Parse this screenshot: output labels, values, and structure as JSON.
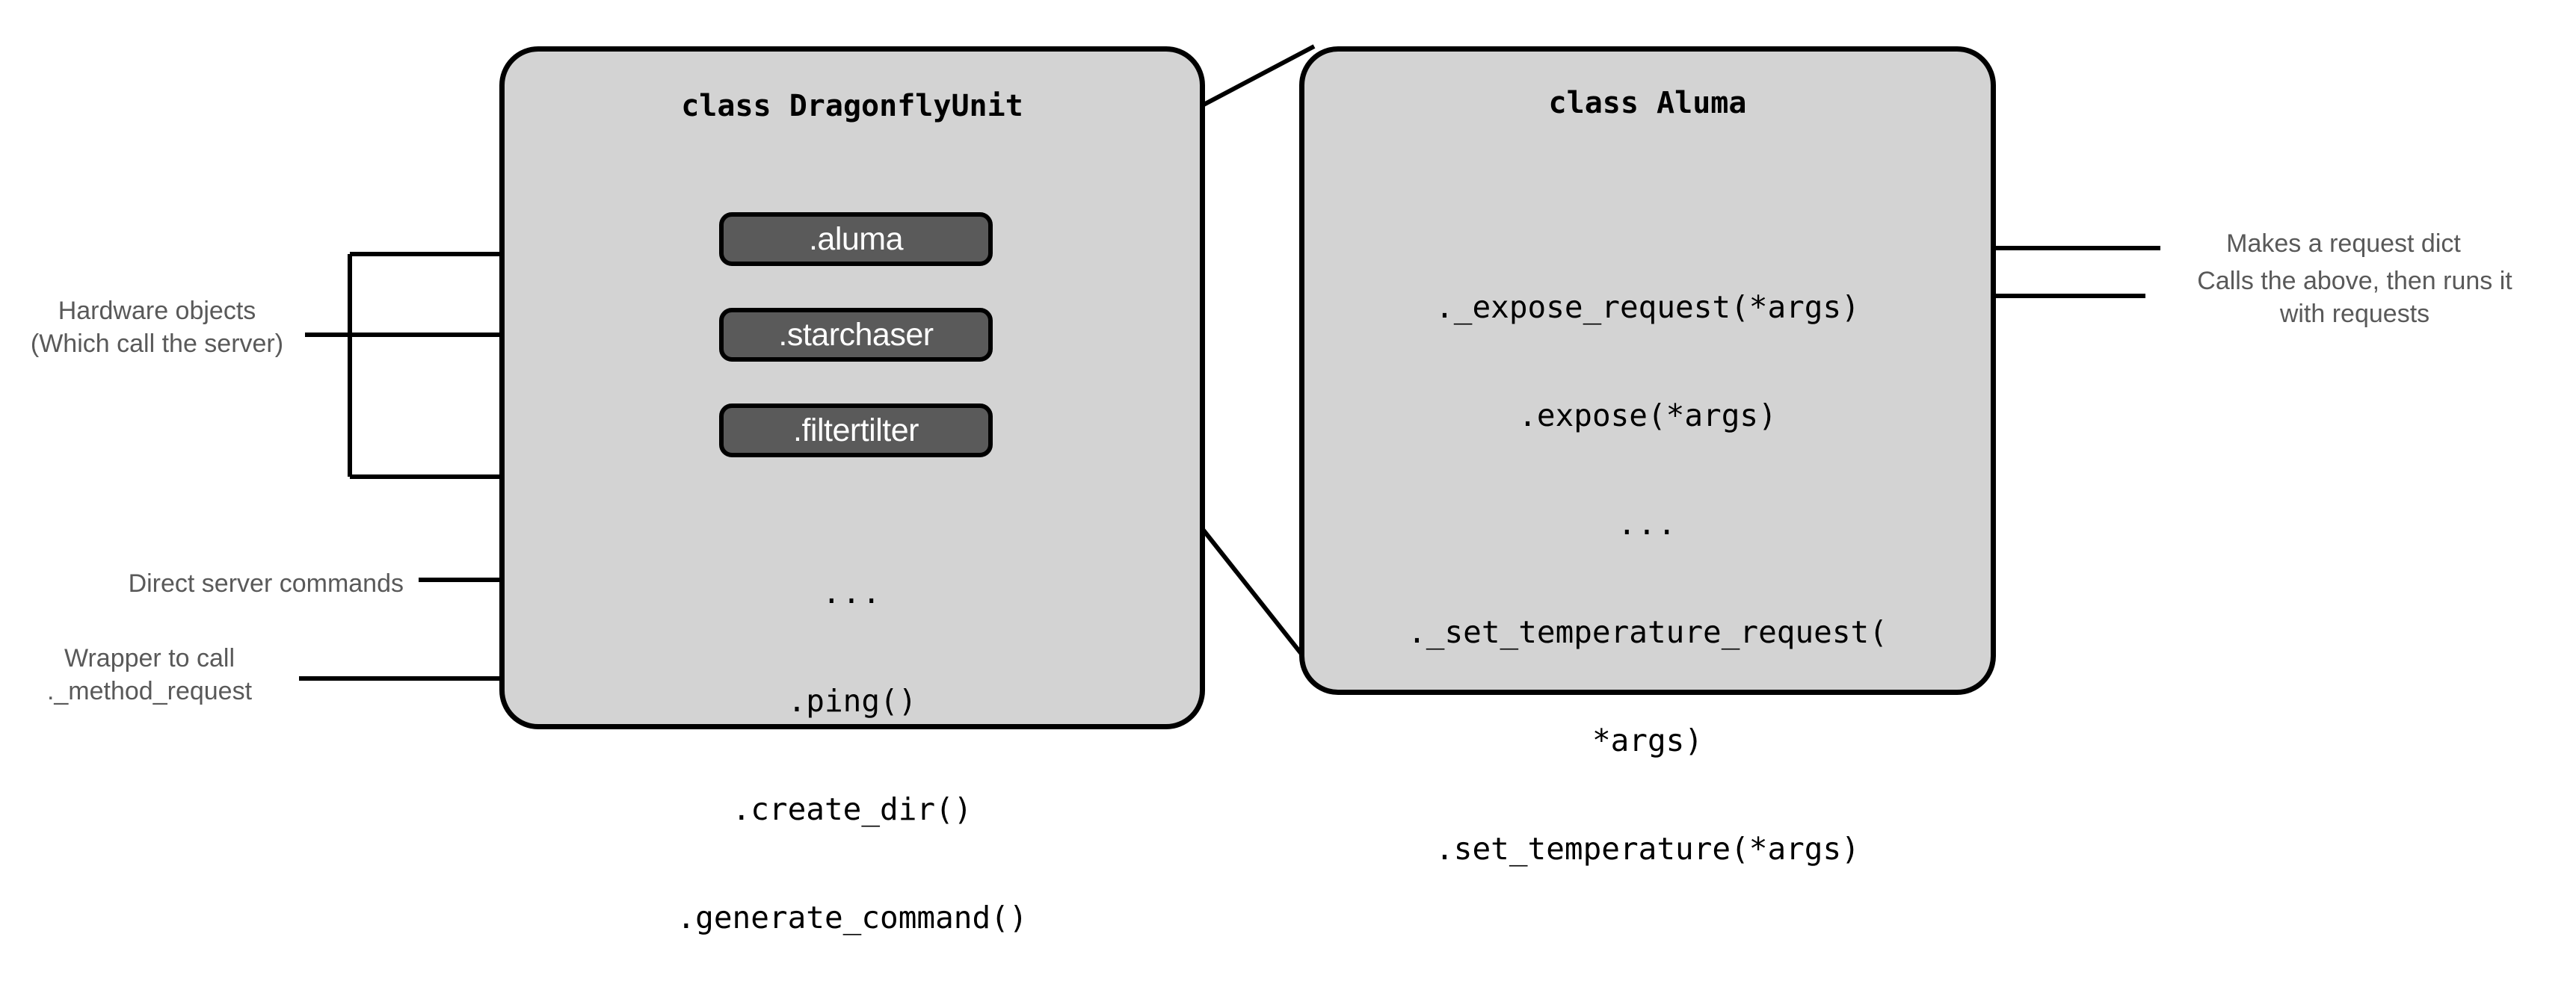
{
  "diagram": {
    "title_left": "class DragonflyUnit",
    "title_right": "class Aluma"
  },
  "left_box": {
    "class_title": "class DragonflyUnit",
    "hardware_pills": [
      {
        "label": ".aluma"
      },
      {
        "label": ".starchaser"
      },
      {
        "label": ".filtertilter"
      }
    ],
    "methods": [
      "...",
      ".ping()",
      ".create_dir()",
      ".generate_command()"
    ]
  },
  "right_box": {
    "class_title": "class Aluma",
    "methods": [
      "._expose_request(*args)",
      ".expose(*args)",
      "...",
      "._set_temperature_request(",
      "*args)",
      ".set_temperature(*args)"
    ]
  },
  "annotations": {
    "hardware_objects": "Hardware objects\n(Which call the server)",
    "direct_server_commands": "Direct server commands",
    "wrapper_to_call": "Wrapper to call\n._method_request",
    "makes_request_dict": "Makes a request dict",
    "calls_the_above": "Calls the above, then runs it\nwith requests"
  },
  "colors": {
    "box_fill": "#d3d3d3",
    "box_border": "#000000",
    "pill_fill": "#5a5a5a",
    "pill_text": "#ffffff",
    "annotation_text": "#595959",
    "background": "#ffffff"
  }
}
